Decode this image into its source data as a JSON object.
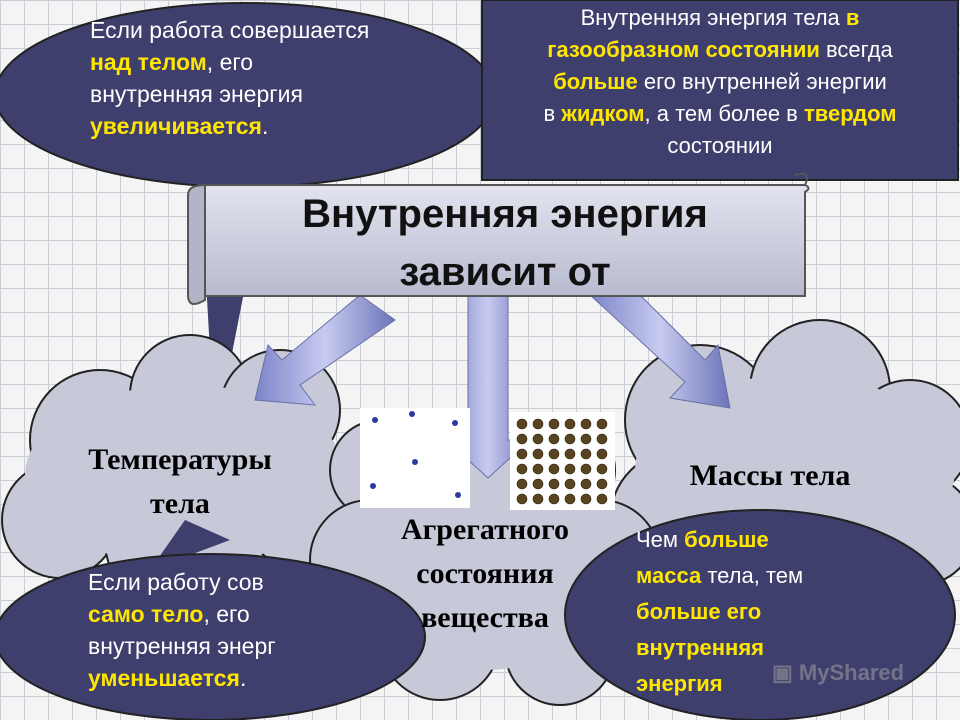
{
  "top_left_bubble": {
    "line1": "Если работа совершается",
    "line2_hl": "над телом",
    "line2_rest": ", его",
    "line3": "внутренняя энергия",
    "line4_hl": "увеличивается",
    "line4_rest": "."
  },
  "top_right_box": {
    "p1": "Внутренняя энергия тела ",
    "p1_hl": "в",
    "p2_hl": "газообразном состоянии",
    "p2": " всегда",
    "p3_hl": "больше",
    "p3": " его внутренней энергии",
    "p4a": "в ",
    "p4_hl1": "жидком",
    "p4b": ", а тем более в ",
    "p4_hl2": "твердом",
    "p5": "состоянии"
  },
  "main_title": {
    "line1": "Внутренняя энергия",
    "line2": "зависит от"
  },
  "cloud_temperature": {
    "line1": "Температуры",
    "line2": "тела"
  },
  "cloud_aggregate": {
    "line1": "Агрегатного",
    "line2": "состояния",
    "line3": "вещества"
  },
  "cloud_mass": {
    "label": "Массы тела"
  },
  "bottom_left_bubble": {
    "line1": "Если работу сов",
    "line2_hl": "само тело",
    "line2_rest": ", его",
    "line3": "внутренняя энерг",
    "line4_hl": "уменьшается",
    "line4_rest": "."
  },
  "bottom_right_bubble": {
    "l1a": "Чем ",
    "l1_hl": "больше",
    "l2_hl": "масса",
    "l2": " тела, тем",
    "l3_hl": "больше его",
    "l4_hl": "внутренняя",
    "l5_hl": "энергия"
  },
  "watermark": "MyShared",
  "colors": {
    "bubble_fill": "#3f3f6e",
    "highlight": "#ffe600",
    "cloud_fill": "#c7c9d8",
    "arrow_fill": "#8f95d2",
    "title_fill": "#c9cbd9"
  },
  "icons": [
    "gas-particles-icon",
    "solid-lattice-icon",
    "arrow-down-icon"
  ]
}
